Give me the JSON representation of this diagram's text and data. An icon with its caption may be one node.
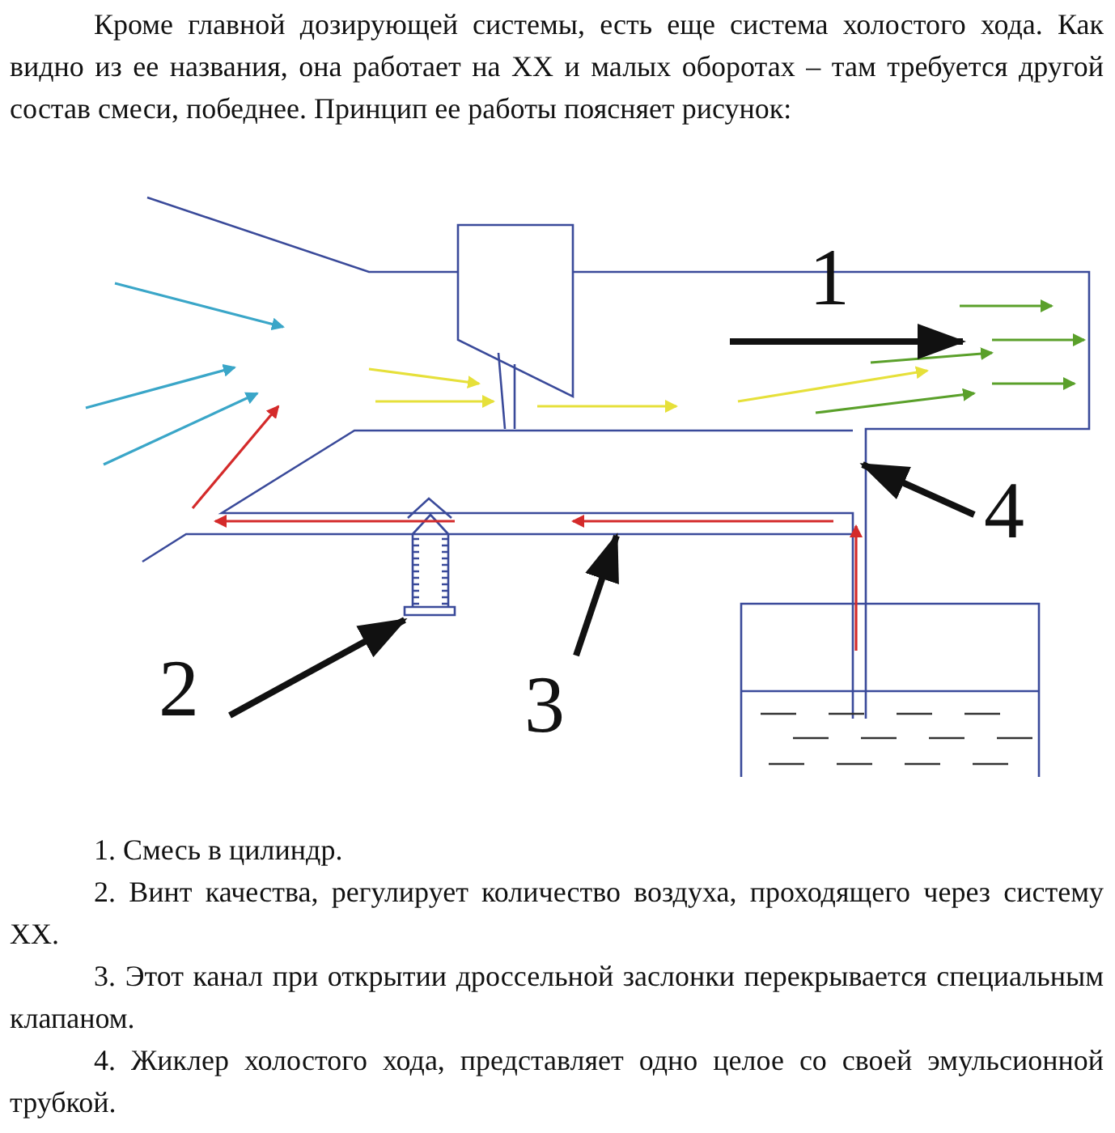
{
  "diagram": {
    "nodes": [
      {
        "text": [
          "2"
        ]
      },
      {
        "text": [
          "3"
        ]
      },
      {
        "text": [
          "4"
        ]
      }
    ],
    "edges": [
      {
        "from": 0,
        "to": null,
        "arrow": "to"
      },
      {
        "from": 1,
        "to": null,
        "arrow": "to"
      },
      {
        "from": 2,
        "to": null,
        "arrow": "to"
      }
    ],
    "labels": [
      "Кроме главной дозирующей системы, есть еще система холостого хода. Как видно из ее названия, она работает на ХХ и малых оборотах – там требуется другой состав смеси, победнее. Принцип ее работы поясняет рисунок:",
      "1",
      "1. Смесь в цилиндр.",
      "2. Винт качества, регулирует количество воздуха, проходящего через систему ХХ.",
      "3. Этот канал при открытии дроссельной заслонки перекрывается специальным клапаном.",
      "4. Жиклер холостого хода, представляет одно целое со своей эмульсионной трубкой."
    ]
  }
}
